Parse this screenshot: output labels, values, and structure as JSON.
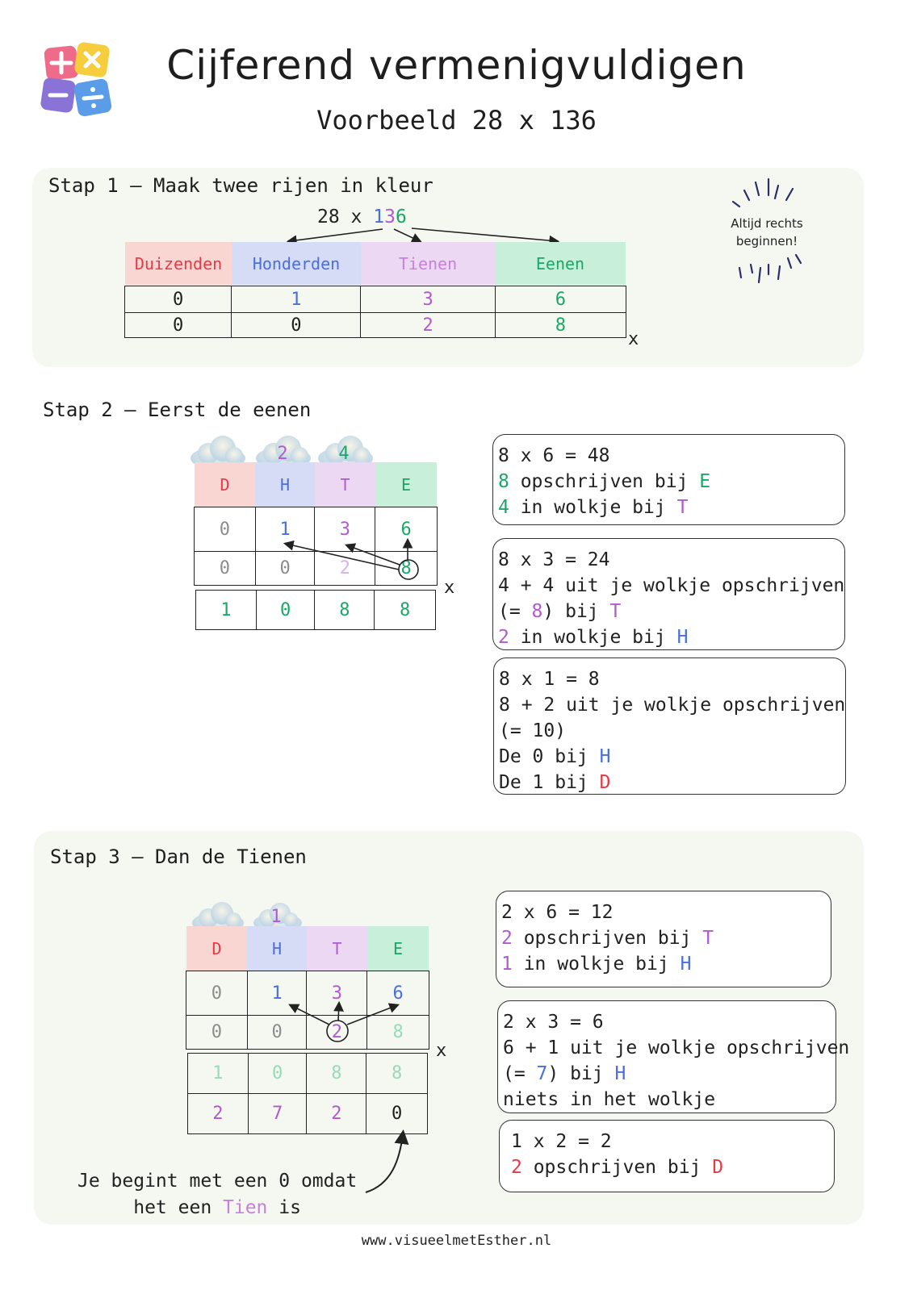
{
  "header": {
    "title": "Cijferend vermenigvuldigen",
    "subtitle": "Voorbeeld  28 x 136"
  },
  "colors": {
    "duizenden": "#e63946",
    "honderden": "#4a6fdc",
    "tienen": "#b05ad0",
    "eenen": "#1aa868"
  },
  "step1": {
    "title": "Stap 1 — Maak twee rijen in kleur",
    "expr_a": "28 x ",
    "expr_b1": "1",
    "expr_b2": "3",
    "expr_b3": "6",
    "headers": [
      "Duizenden",
      "Honderden",
      "Tienen",
      "Eenen"
    ],
    "row1": [
      "0",
      "1",
      "3",
      "6"
    ],
    "row2": [
      "0",
      "0",
      "2",
      "8"
    ],
    "op": "x",
    "hint": "Altijd rechts beginnen!"
  },
  "step2": {
    "title": "Stap 2 — Eerst de eenen",
    "clouds": [
      "",
      "2",
      "4"
    ],
    "headers": [
      "D",
      "H",
      "T",
      "E"
    ],
    "row1": [
      "0",
      "1",
      "3",
      "6"
    ],
    "row2": [
      "0",
      "0",
      "2",
      "8"
    ],
    "result": [
      "1",
      "0",
      "8",
      "8"
    ],
    "op": "x",
    "box1": {
      "l1": "8 x 6 = 48",
      "l2a": "8",
      "l2b": " opschrijven bij ",
      "l2c": "E",
      "l3a": "4",
      "l3b": " in wolkje bij ",
      "l3c": "T"
    },
    "box2": {
      "l1": "8 x 3 = 24",
      "l2": "4 + 4 uit je wolkje opschrijven",
      "l3a": "(= ",
      "l3b": "8",
      "l3c": ") bij ",
      "l3d": "T",
      "l4a": "2",
      "l4b": " in wolkje bij ",
      "l4c": "H"
    },
    "box3": {
      "l1": "8 x 1 = 8",
      "l2": "8 + 2 uit je wolkje opschrijven",
      "l3": "(= 10)",
      "l4a": "De 0 bij ",
      "l4b": "H",
      "l5a": "De 1 bij ",
      "l5b": "D"
    }
  },
  "step3": {
    "title": "Stap 3 — Dan de Tienen",
    "clouds": [
      "",
      "1"
    ],
    "headers": [
      "D",
      "H",
      "T",
      "E"
    ],
    "row1": [
      "0",
      "1",
      "3",
      "6"
    ],
    "row2": [
      "0",
      "0",
      "2",
      "8"
    ],
    "result1": [
      "1",
      "0",
      "8",
      "8"
    ],
    "result2": [
      "2",
      "7",
      "2",
      "0"
    ],
    "op": "x",
    "box1": {
      "l1": "2 x 6 = 12",
      "l2a": "2",
      "l2b": " opschrijven bij ",
      "l2c": "T",
      "l3a": "1",
      "l3b": " in wolkje bij ",
      "l3c": "H"
    },
    "box2": {
      "l1": "2 x 3 = 6",
      "l2": "6 + 1 uit je wolkje opschrijven",
      "l3a": "(= ",
      "l3b": "7",
      "l3c": ") bij ",
      "l3d": "H",
      "l4": "niets in het wolkje"
    },
    "box3": {
      "l1": "1 x 2 = 2",
      "l2a": "2",
      "l2b": " opschrijven bij ",
      "l2c": "D"
    },
    "note_l1": "Je begint met een 0 omdat",
    "note_l2a": "het een ",
    "note_l2b": "Tien",
    "note_l2c": " is"
  },
  "footer": "www.visueelmetEsther.nl"
}
